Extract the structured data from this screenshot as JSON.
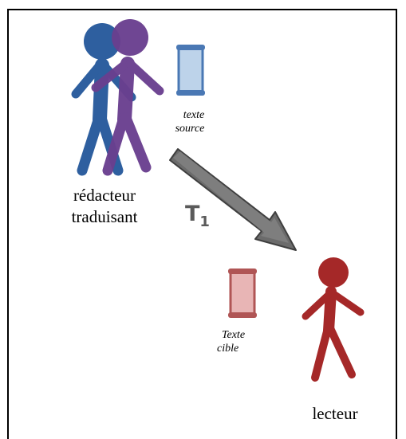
{
  "source_label": [
    "texte",
    "source"
  ],
  "writer_label": [
    "rédacteur",
    "traduisant"
  ],
  "arrow_label": {
    "letter": "T",
    "subscript": "1"
  },
  "target_label": [
    "Texte",
    "cible"
  ],
  "reader_label": "lecteur",
  "colors": {
    "writer_front": "#2e5f9f",
    "writer_back": "#6a3f8f",
    "source_doc": "#bdd3ea",
    "source_doc_border": "#4a78b4",
    "target_doc": "#e8b5b5",
    "target_doc_border": "#b05555",
    "reader": "#a52828",
    "arrow": "#6b6b6b"
  }
}
